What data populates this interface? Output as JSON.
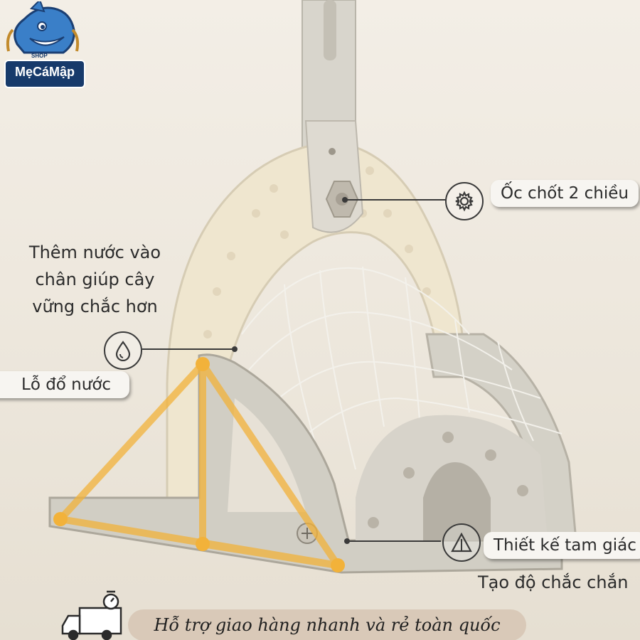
{
  "logo": {
    "brand": "MẹCáMập",
    "shop": "SHOP"
  },
  "callouts": {
    "bolt": "Ốc chốt 2 chiều",
    "water_tip": [
      "Thêm nước vào",
      "chân giúp cây",
      "vững chắc hơn"
    ],
    "water_hole": "Lỗ đổ nước",
    "triangle": "Thiết kế tam giác",
    "stability": "Tạo độ chắc chắn"
  },
  "icons": {
    "bolt": "gear-icon",
    "water": "water-drop-icon",
    "triangle": "triangle-warning-icon",
    "delivery": "delivery-truck-icon"
  },
  "banner": {
    "text": "Hỗ trợ giao hàng nhanh và rẻ toàn quốc",
    "color": "#d9c9b8"
  },
  "colors": {
    "accent": "#f2b23a",
    "background": "#efe9df"
  }
}
